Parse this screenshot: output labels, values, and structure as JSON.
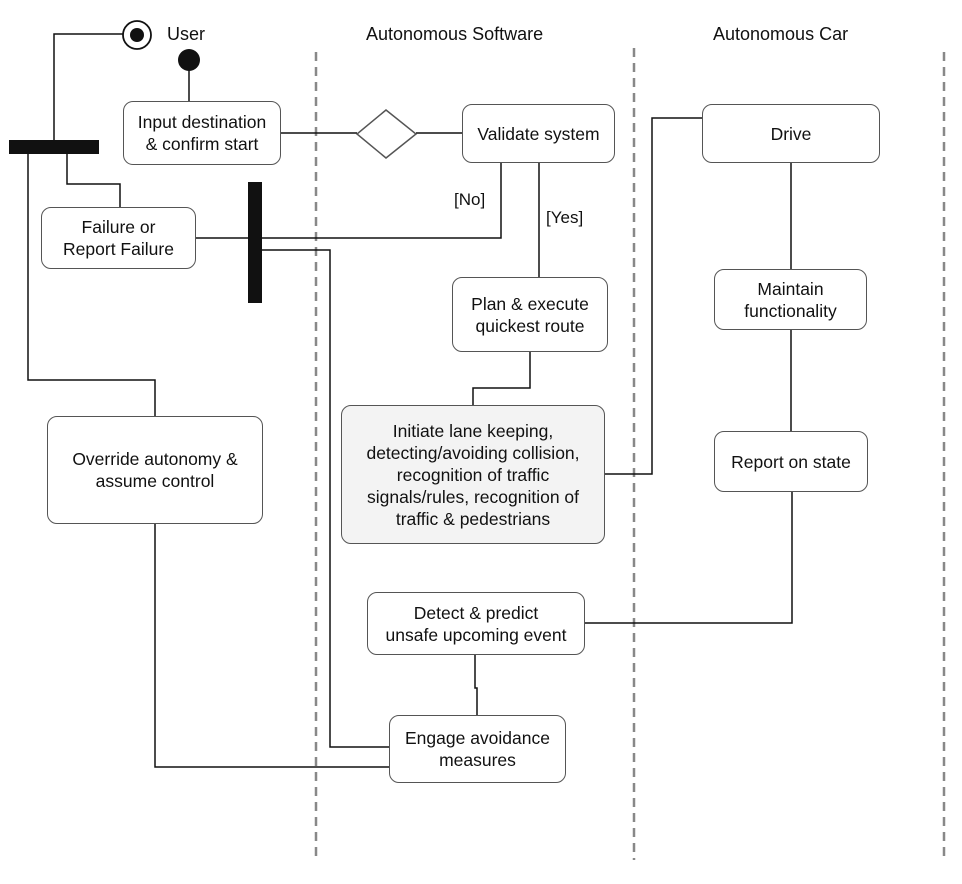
{
  "swimlanes": [
    {
      "id": "user",
      "title": "User"
    },
    {
      "id": "software",
      "title": "Autonomous Software"
    },
    {
      "id": "car",
      "title": "Autonomous Car"
    }
  ],
  "nodes": {
    "input": "Input destination\n& confirm start",
    "validate": "Validate system",
    "drive": "Drive",
    "failure": "Failure or\nReport Failure",
    "plan": "Plan & execute\nquickest route",
    "maintain": "Maintain\nfunctionality",
    "initiate": "Initiate lane keeping,\ndetecting/avoiding collision,\nrecognition of traffic\nsignals/rules, recognition of\ntraffic & pedestrians",
    "override": "Override autonomy &\nassume control",
    "report": "Report on state",
    "detect": "Detect & predict\nunsafe upcoming event",
    "engage": "Engage avoidance\nmeasures"
  },
  "guards": {
    "no": "[No]",
    "yes": "[Yes]"
  },
  "colors": {
    "line": "#111111",
    "lane_divider": "#888888",
    "box_border": "#555555"
  }
}
